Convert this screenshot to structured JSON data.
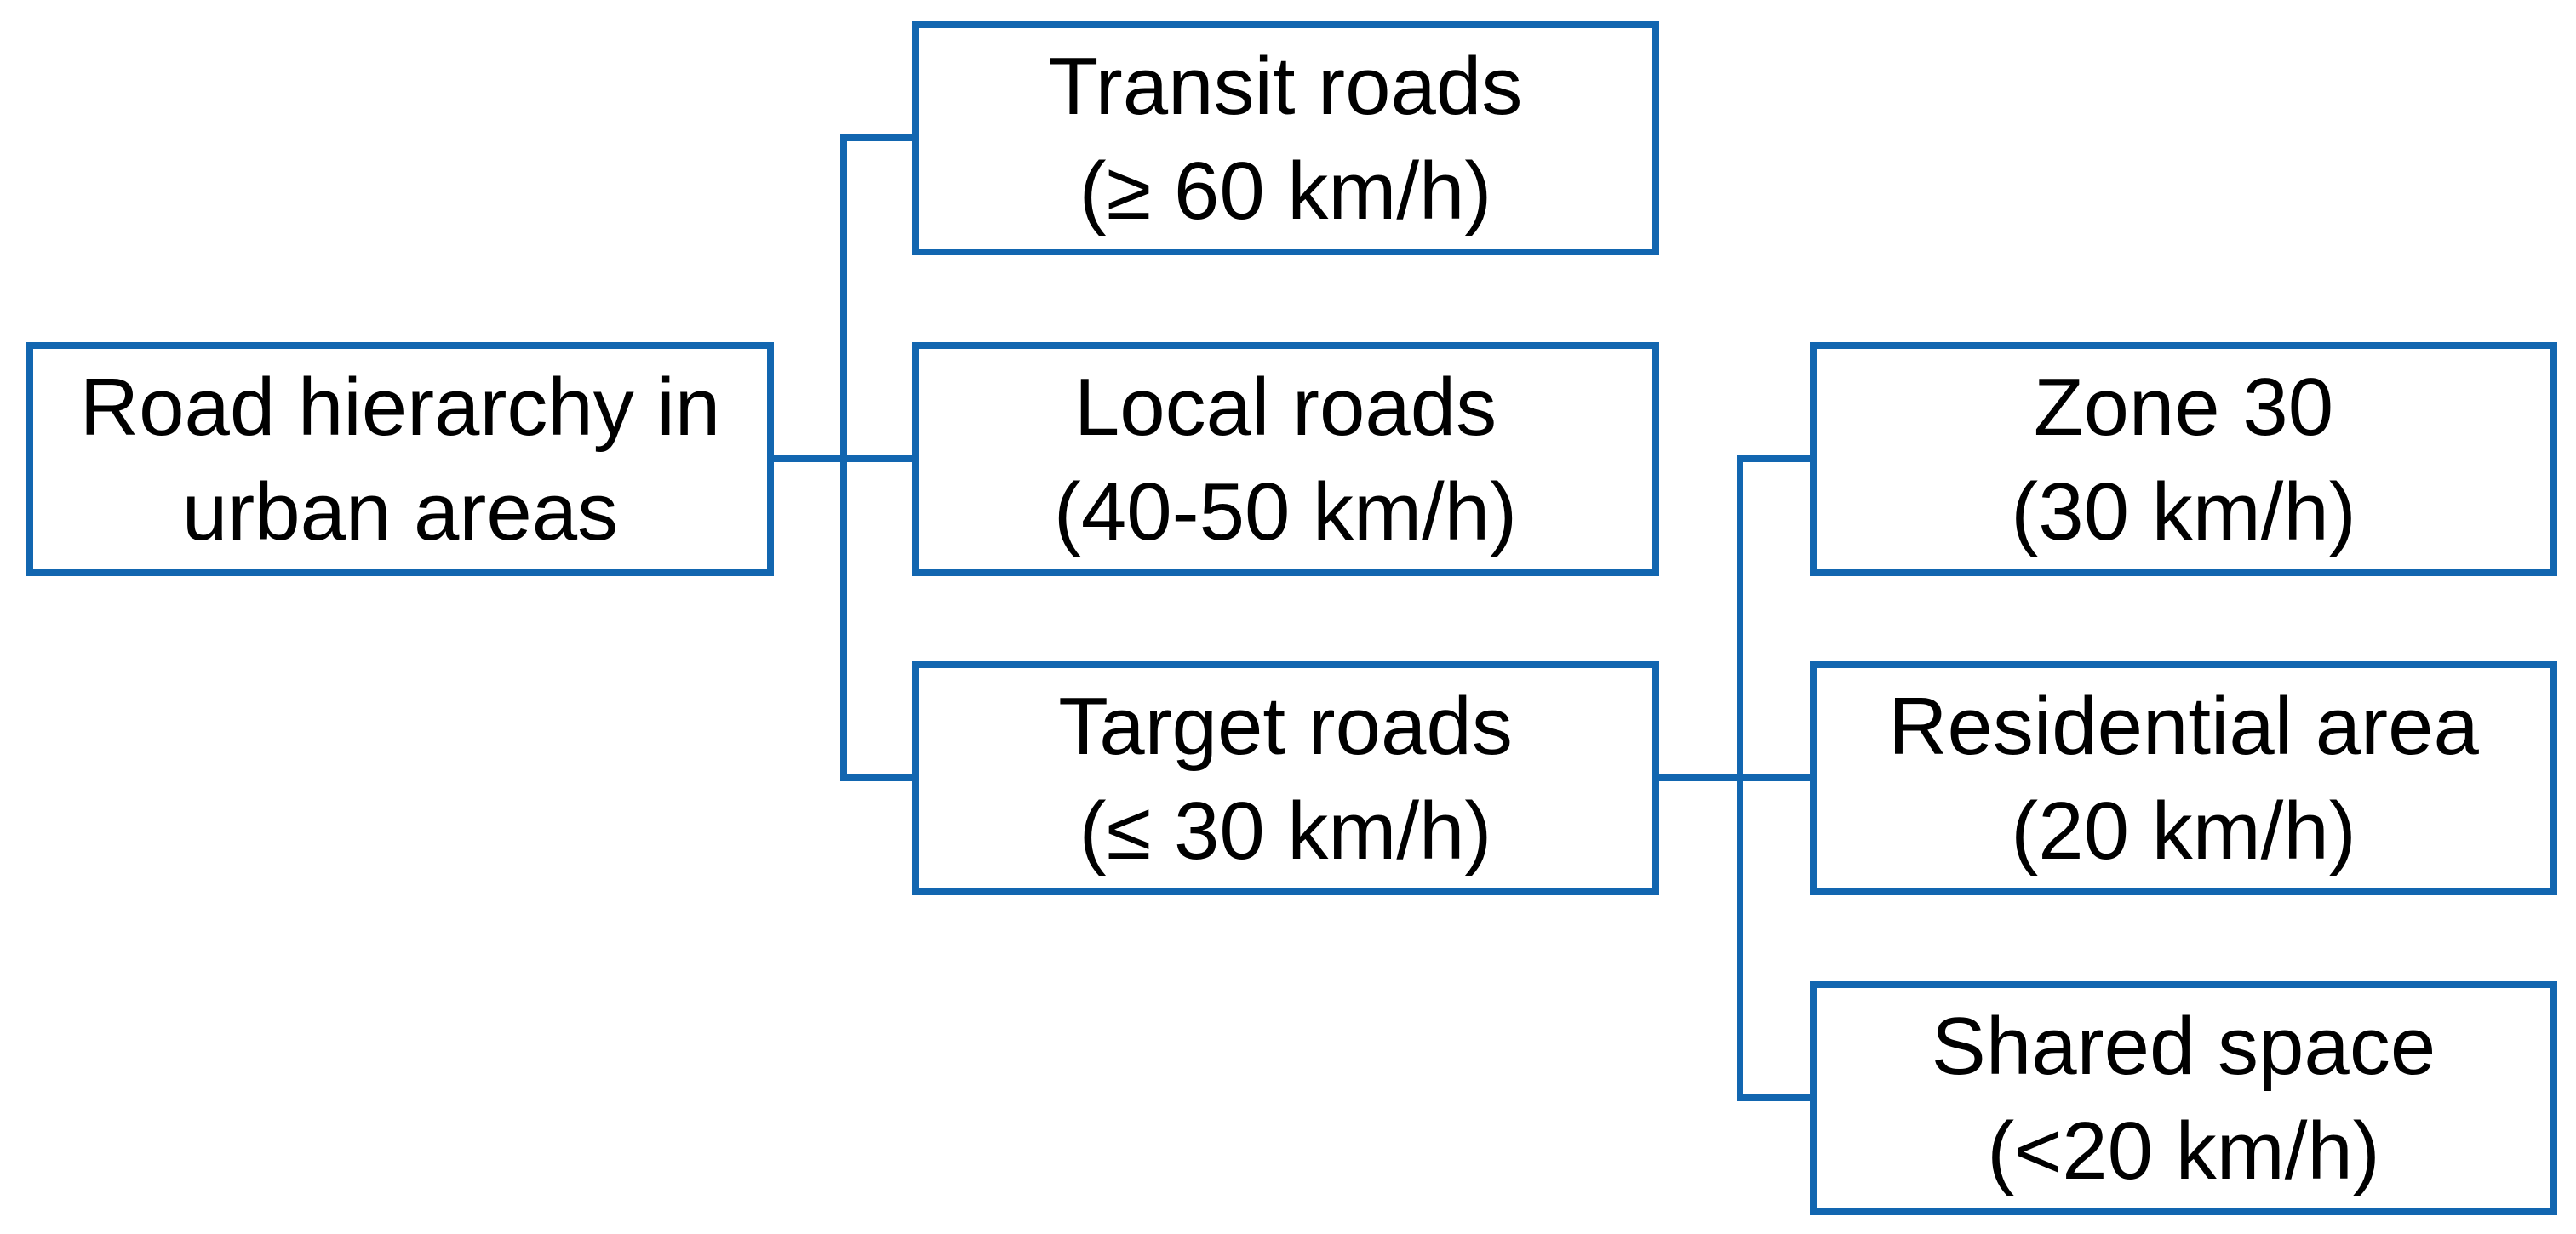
{
  "diagram": {
    "type": "tree",
    "background_color": "#ffffff",
    "accent_color": "#1266b0",
    "text_color": "#000000",
    "nodes": {
      "root": {
        "line1": "Road hierarchy in",
        "line2": "urban areas"
      },
      "transit": {
        "line1": "Transit roads",
        "line2": "(≥ 60 km/h)"
      },
      "local": {
        "line1": "Local roads",
        "line2": "(40-50 km/h)"
      },
      "target": {
        "line1": "Target roads",
        "line2": "(≤ 30 km/h)"
      },
      "zone30": {
        "line1": "Zone 30",
        "line2": "(30 km/h)"
      },
      "residential": {
        "line1": "Residential area",
        "line2": "(20 km/h)"
      },
      "shared": {
        "line1": "Shared space",
        "line2": "(<20 km/h)"
      }
    },
    "edges": [
      {
        "from": "root",
        "to": "transit"
      },
      {
        "from": "root",
        "to": "local"
      },
      {
        "from": "root",
        "to": "target"
      },
      {
        "from": "target",
        "to": "zone30"
      },
      {
        "from": "target",
        "to": "residential"
      },
      {
        "from": "target",
        "to": "shared"
      }
    ]
  }
}
